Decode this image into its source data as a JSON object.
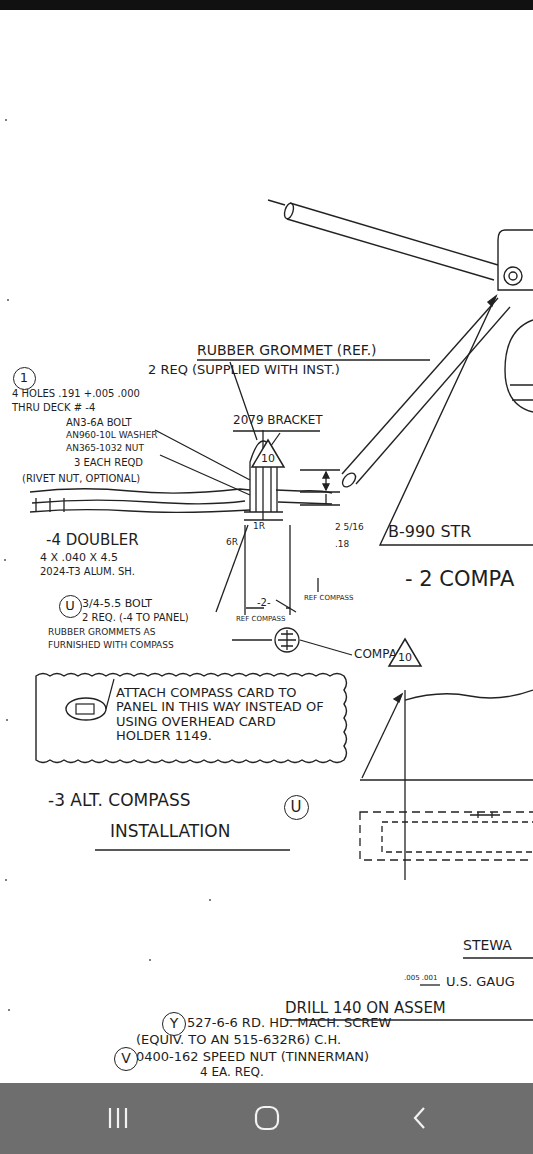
{
  "diagram": {
    "nodes": [
      {
        "text": [
          "1"
        ]
      },
      {
        "text": [
          "10"
        ]
      },
      {
        "text": [
          "U"
        ]
      },
      {
        "text": [
          "10"
        ]
      },
      {
        "text": [
          "ATTACH COMPASS CARD TO PANEL IN THIS WAY INSTEAD OF USING OVERHEAD CARD HOLDER 1149."
        ]
      },
      {
        "text": [
          "U"
        ]
      },
      {
        "text": [
          "Y"
        ]
      },
      {
        "text": [
          "V"
        ]
      }
    ],
    "labels": [
      "RUBBER GROMMET (REF.)",
      "2 REQ (SUPPLIED WITH INST.)",
      "4 HOLES .191 +.005 .000",
      "THRU DECK # -4",
      "AN3-6A BOLT",
      "AN960-10L WASHER",
      "AN365-1032 NUT",
      "3 EACH REQD",
      "(RIVET NUT, OPTIONAL)",
      "2079 BRACKET",
      "-4 DOUBLER",
      "4 X .040 X 4.5",
      "2024-T3 ALUM. SH.",
      "1R",
      "6R",
      "2 5/16",
      ".18",
      "-2-",
      "REF COMPASS",
      "3/4-5.5 BOLT",
      "2 REQ. (-4 TO PANEL)",
      "RUBBER GROMMETS AS",
      "FURNISHED WITH COMPASS",
      "REF COMPASS",
      "COMPASS",
      "B-990 STR",
      "- 2 COMPA",
      "-3 ALT. COMPASS",
      "INSTALLATION",
      "STEWA",
      ".005 .001",
      "U.S. GAUG",
      "DRILL 140 ON ASSEM",
      "527-6-6 RD. HD. MACH. SCREW",
      "(EQUIV. TO AN 515-632R6) C.H.",
      "0400-162 SPEED NUT (TINNERMAN)",
      "4 EA. REQ."
    ]
  }
}
